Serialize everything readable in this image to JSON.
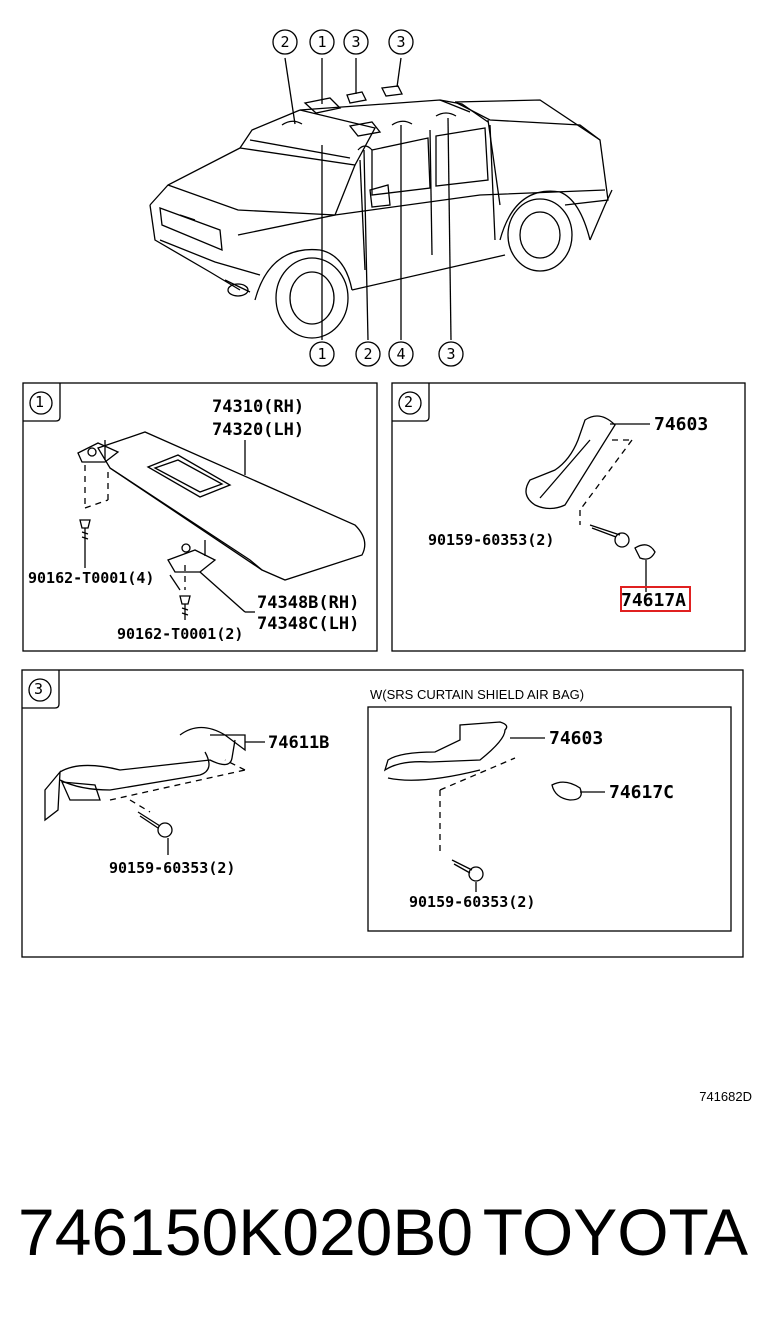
{
  "callouts": {
    "top_row": [
      "2",
      "1",
      "3",
      "3"
    ],
    "bottom_row": [
      "1",
      "2",
      "4",
      "3"
    ]
  },
  "panel1": {
    "badge": "1",
    "visor_rh": "74310(RH)",
    "visor_lh": "74320(LH)",
    "screw_a": "90162-T0001(4)",
    "holder_rh": "74348B(RH)",
    "holder_lh": "74348C(LH)",
    "screw_b": "90162-T0001(2)"
  },
  "panel2": {
    "badge": "2",
    "grip": "74603",
    "bolt": "90159-60353(2)",
    "clip": "74617A",
    "highlight_color": "#e02020"
  },
  "panel3": {
    "badge": "3",
    "grip": "74611B",
    "bolt": "90159-60353(2)",
    "sub_title": "W(SRS CURTAIN SHIELD AIR BAG)",
    "sub_grip": "74603",
    "sub_clip": "74617C",
    "sub_bolt": "90159-60353(2)"
  },
  "diagram_ref": "741682D",
  "footer": {
    "part_number": "746150K020B0",
    "brand": "TOYOTA"
  }
}
